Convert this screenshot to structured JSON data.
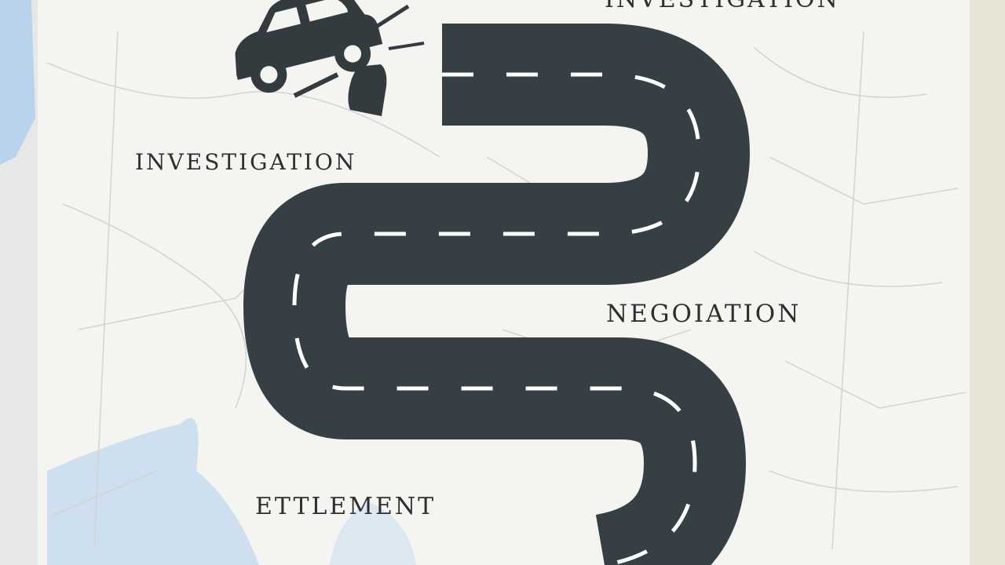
{
  "labels": {
    "top_cropped": "INVESTIGATION",
    "investigation": "INVESTIGATION",
    "negotiation": "NEGOIATION",
    "settlement": "ETTLEMENT"
  },
  "colors": {
    "road": "#363f43",
    "road_dash": "#ffffff",
    "paper": "#f4f4f0",
    "water": "#b9d3ec",
    "map_lines": "#cfd3cf",
    "text": "#2b2f31"
  },
  "icons": {
    "car": "car-icon",
    "document": "document-icon"
  }
}
